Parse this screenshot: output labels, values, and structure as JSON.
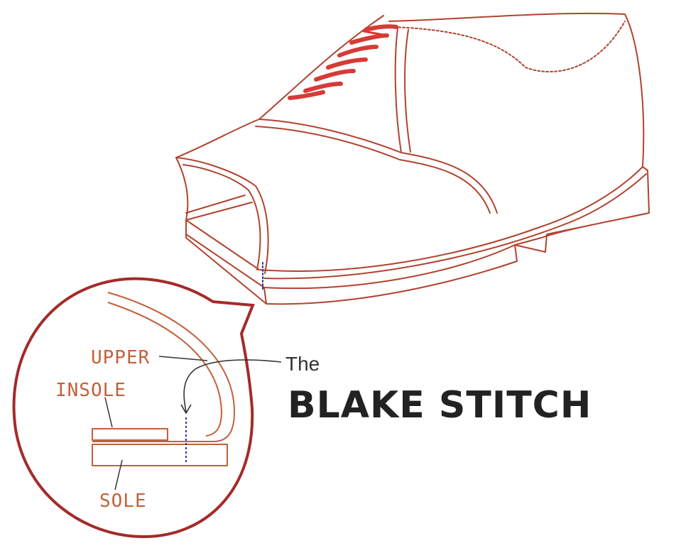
{
  "colors": {
    "outline": "#b0432e",
    "lace": "#d83a36",
    "magnifier": "#a52a2a",
    "label": "#c2613a",
    "stitch": "#2a3a8a",
    "title": "#222222"
  },
  "labels": {
    "upper": "UPPER",
    "insole": "INSOLE",
    "sole": "SOLE"
  },
  "title": {
    "prefix": "The",
    "main": "BLAKE STITCH"
  },
  "icons": {
    "shoe": "shoe-cross-section-illustration",
    "magnifier": "magnifier-circle",
    "arrow": "curved-arrow"
  }
}
